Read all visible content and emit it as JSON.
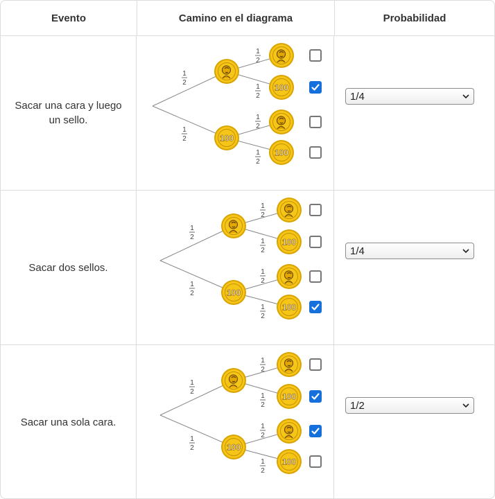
{
  "header": {
    "col_event": "Evento",
    "col_path": "Camino en el diagrama",
    "col_prob": "Probabilidad"
  },
  "coin_labels": {
    "tails": "100"
  },
  "branch_fraction": {
    "numerator": "1",
    "denominator": "2"
  },
  "rows": [
    {
      "event": "Sacar una cara y luego un sello.",
      "probability": "1/4",
      "checks": [
        false,
        true,
        false,
        false
      ]
    },
    {
      "event": "Sacar dos sellos.",
      "probability": "1/4",
      "checks": [
        false,
        false,
        false,
        true
      ]
    },
    {
      "event": "Sacar una sola cara.",
      "probability": "1/2",
      "checks": [
        false,
        true,
        true,
        false
      ]
    }
  ],
  "colors": {
    "coin": "#f5c518",
    "coin_rim": "#d9a300",
    "checkbox_checked": "#1670dc"
  }
}
